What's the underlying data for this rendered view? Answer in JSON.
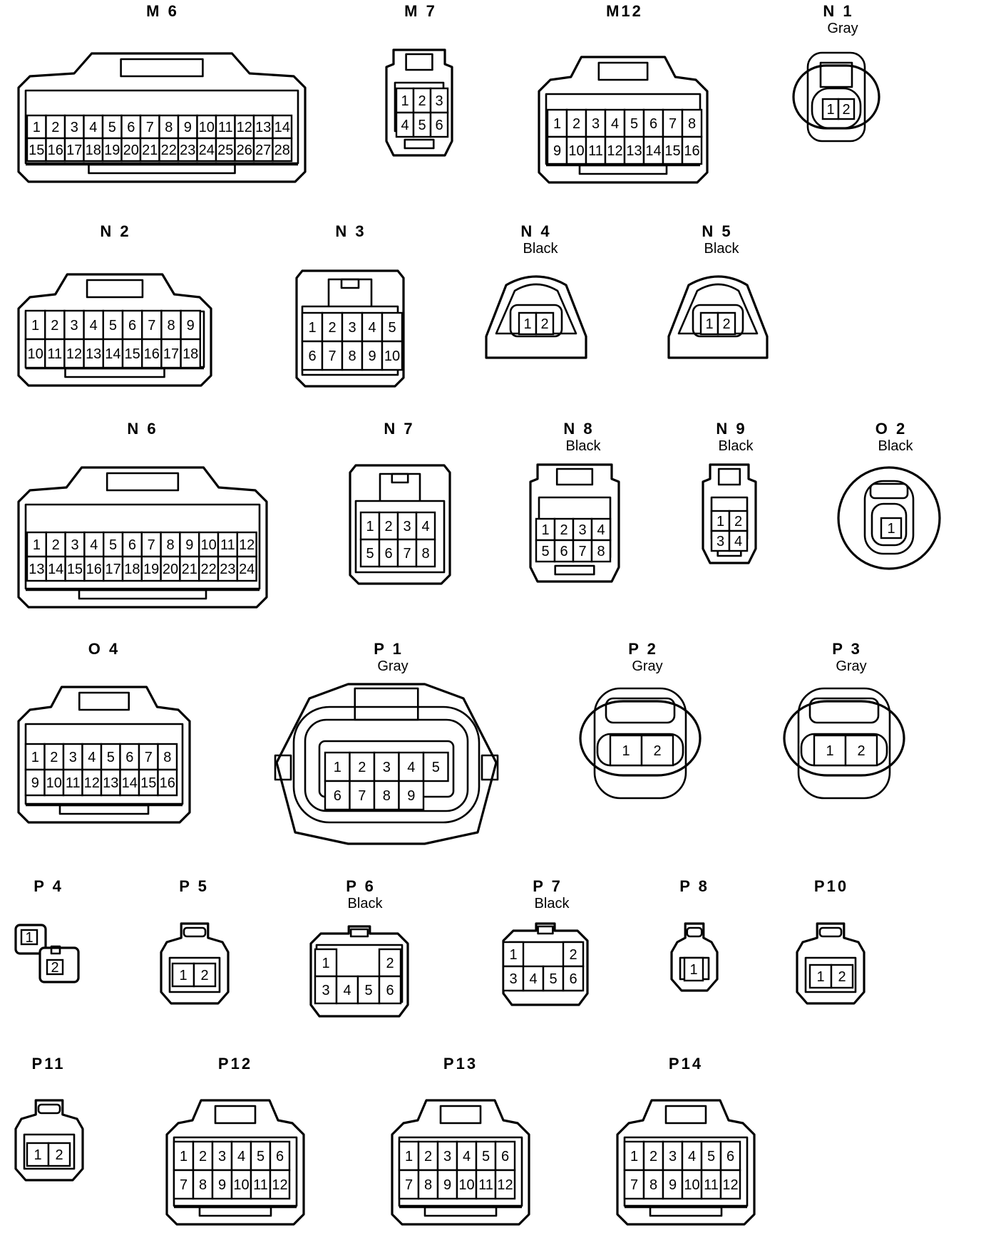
{
  "diagram": {
    "connectors": [
      {
        "id": "M6",
        "label": "M 6",
        "color": "",
        "rows": [
          [
            "1",
            "2",
            "3",
            "4",
            "5",
            "6",
            "7",
            "8",
            "9",
            "10",
            "11",
            "12",
            "13",
            "14"
          ],
          [
            "15",
            "16",
            "17",
            "18",
            "19",
            "20",
            "21",
            "22",
            "23",
            "24",
            "25",
            "26",
            "27",
            "28"
          ]
        ]
      },
      {
        "id": "M7",
        "label": "M 7",
        "color": "",
        "rows": [
          [
            "1",
            "2",
            "3"
          ],
          [
            "4",
            "5",
            "6"
          ]
        ]
      },
      {
        "id": "M12",
        "label": "M12",
        "color": "",
        "rows": [
          [
            "1",
            "2",
            "3",
            "4",
            "5",
            "6",
            "7",
            "8"
          ],
          [
            "9",
            "10",
            "11",
            "12",
            "13",
            "14",
            "15",
            "16"
          ]
        ]
      },
      {
        "id": "N1",
        "label": "N 1",
        "color": "Gray",
        "rows": [
          [
            "1",
            "2"
          ]
        ]
      },
      {
        "id": "N2",
        "label": "N 2",
        "color": "",
        "rows": [
          [
            "1",
            "2",
            "3",
            "4",
            "5",
            "6",
            "7",
            "8",
            "9"
          ],
          [
            "10",
            "11",
            "12",
            "13",
            "14",
            "15",
            "16",
            "17",
            "18"
          ]
        ]
      },
      {
        "id": "N3",
        "label": "N 3",
        "color": "",
        "rows": [
          [
            "1",
            "2",
            "3",
            "4",
            "5"
          ],
          [
            "6",
            "7",
            "8",
            "9",
            "10"
          ]
        ]
      },
      {
        "id": "N4",
        "label": "N 4",
        "color": "Black",
        "rows": [
          [
            "1",
            "2"
          ]
        ]
      },
      {
        "id": "N5",
        "label": "N 5",
        "color": "Black",
        "rows": [
          [
            "1",
            "2"
          ]
        ]
      },
      {
        "id": "N6",
        "label": "N 6",
        "color": "",
        "rows": [
          [
            "1",
            "2",
            "3",
            "4",
            "5",
            "6",
            "7",
            "8",
            "9",
            "10",
            "11",
            "12"
          ],
          [
            "13",
            "14",
            "15",
            "16",
            "17",
            "18",
            "19",
            "20",
            "21",
            "22",
            "23",
            "24"
          ]
        ]
      },
      {
        "id": "N7",
        "label": "N 7",
        "color": "",
        "rows": [
          [
            "1",
            "2",
            "3",
            "4"
          ],
          [
            "5",
            "6",
            "7",
            "8"
          ]
        ]
      },
      {
        "id": "N8",
        "label": "N 8",
        "color": "Black",
        "rows": [
          [
            "1",
            "2",
            "3",
            "4"
          ],
          [
            "5",
            "6",
            "7",
            "8"
          ]
        ]
      },
      {
        "id": "N9",
        "label": "N 9",
        "color": "Black",
        "rows": [
          [
            "1",
            "2"
          ],
          [
            "3",
            "4"
          ]
        ]
      },
      {
        "id": "O2",
        "label": "O 2",
        "color": "Black",
        "rows": [
          [
            "1"
          ]
        ]
      },
      {
        "id": "O4",
        "label": "O 4",
        "color": "",
        "rows": [
          [
            "1",
            "2",
            "3",
            "4",
            "5",
            "6",
            "7",
            "8"
          ],
          [
            "9",
            "10",
            "11",
            "12",
            "13",
            "14",
            "15",
            "16"
          ]
        ]
      },
      {
        "id": "P1",
        "label": "P 1",
        "color": "Gray",
        "rows": [
          [
            "1",
            "2",
            "3",
            "4",
            "5"
          ],
          [
            "6",
            "7",
            "8",
            "9"
          ]
        ]
      },
      {
        "id": "P2",
        "label": "P 2",
        "color": "Gray",
        "rows": [
          [
            "1",
            "2"
          ]
        ]
      },
      {
        "id": "P3",
        "label": "P 3",
        "color": "Gray",
        "rows": [
          [
            "1",
            "2"
          ]
        ]
      },
      {
        "id": "P4",
        "label": "P 4",
        "color": "",
        "rows": [
          [
            "1"
          ],
          [
            "2"
          ]
        ]
      },
      {
        "id": "P5",
        "label": "P 5",
        "color": "",
        "rows": [
          [
            "1",
            "2"
          ]
        ]
      },
      {
        "id": "P6",
        "label": "P 6",
        "color": "Black",
        "rows": [
          [
            "1",
            "2"
          ],
          [
            "3",
            "4",
            "5",
            "6"
          ]
        ]
      },
      {
        "id": "P7",
        "label": "P 7",
        "color": "Black",
        "rows": [
          [
            "1",
            "2"
          ],
          [
            "3",
            "4",
            "5",
            "6"
          ]
        ]
      },
      {
        "id": "P8",
        "label": "P 8",
        "color": "",
        "rows": [
          [
            "1"
          ]
        ]
      },
      {
        "id": "P10",
        "label": "P10",
        "color": "",
        "rows": [
          [
            "1",
            "2"
          ]
        ]
      },
      {
        "id": "P11",
        "label": "P11",
        "color": "",
        "rows": [
          [
            "1",
            "2"
          ]
        ]
      },
      {
        "id": "P12",
        "label": "P12",
        "color": "",
        "rows": [
          [
            "1",
            "2",
            "3",
            "4",
            "5",
            "6"
          ],
          [
            "7",
            "8",
            "9",
            "10",
            "11",
            "12"
          ]
        ]
      },
      {
        "id": "P13",
        "label": "P13",
        "color": "",
        "rows": [
          [
            "1",
            "2",
            "3",
            "4",
            "5",
            "6"
          ],
          [
            "7",
            "8",
            "9",
            "10",
            "11",
            "12"
          ]
        ]
      },
      {
        "id": "P14",
        "label": "P14",
        "color": "",
        "rows": [
          [
            "1",
            "2",
            "3",
            "4",
            "5",
            "6"
          ],
          [
            "7",
            "8",
            "9",
            "10",
            "11",
            "12"
          ]
        ]
      }
    ]
  }
}
